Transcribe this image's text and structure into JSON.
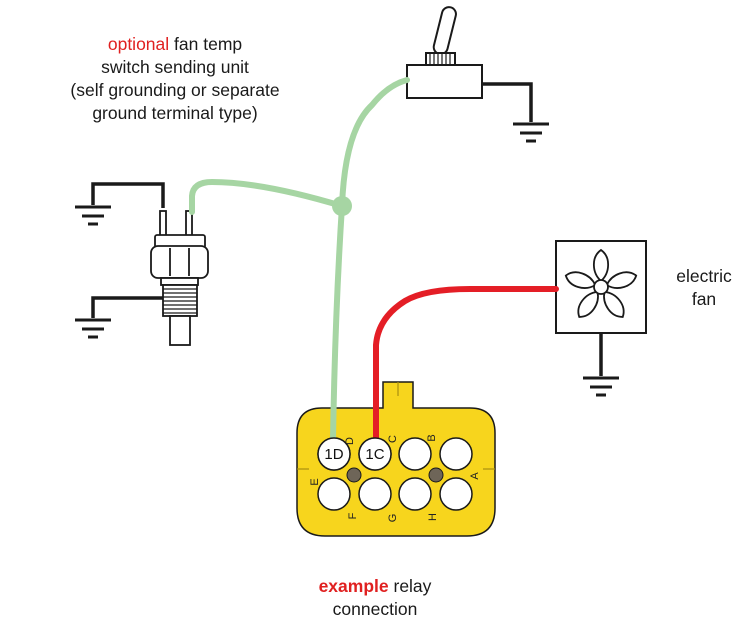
{
  "labels": {
    "sending_unit": {
      "highlight": "optional",
      "line1_rest": " fan temp",
      "line2": "switch sending unit",
      "line3": "(self grounding or separate",
      "line4": "ground terminal type)"
    },
    "fan": {
      "line1": "electric",
      "line2": "fan"
    },
    "relay": {
      "highlight": "example",
      "line1_rest": " relay",
      "line2": "connection"
    }
  },
  "connector": {
    "pin_1d": "1D",
    "pin_1c": "1C",
    "letters": {
      "a": "A",
      "b": "B",
      "c": "C",
      "d": "D",
      "e": "E",
      "f": "F",
      "g": "G",
      "h": "H"
    }
  },
  "colors": {
    "switch_wire": "#a6d5a3",
    "power_wire": "#e41e26",
    "ground_wire": "#1a1a1a",
    "connector_body": "#f7d51d",
    "highlight_text": "#e02020"
  }
}
